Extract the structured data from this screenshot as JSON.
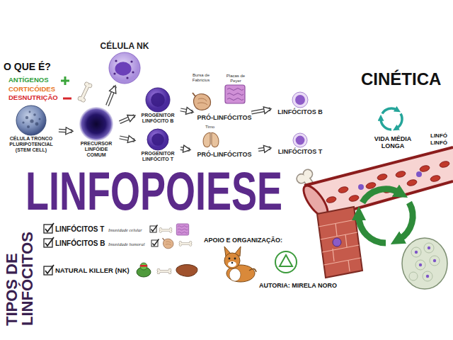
{
  "diagram": {
    "title": "LINFOPOIESE",
    "nodes": [
      {
        "text": [
          "CÉLULA TRONCO PLURIPOTENCIAL (STEM CELL)"
        ]
      },
      {
        "text": [
          "PRECURSOR LINFÓIDE COMUM"
        ]
      },
      {
        "text": [
          "CÉLULA NK"
        ]
      },
      {
        "text": [
          "PROGENITOR LINFÓCITO B"
        ]
      },
      {
        "text": [
          "PROGENITOR LINFÓCITO T"
        ]
      },
      {
        "text": [
          "PRÓ-LINFÓCITOS"
        ]
      },
      {
        "text": [
          "PRÓ-LINFÓCITOS"
        ]
      },
      {
        "text": [
          "LINFÓCITOS B"
        ]
      },
      {
        "text": [
          "LINFÓCITOS T"
        ]
      }
    ],
    "edges": [
      {
        "from": 0,
        "to": 1,
        "arrow": "to"
      },
      {
        "from": 1,
        "to": 2,
        "arrow": "to"
      },
      {
        "from": 1,
        "to": 3,
        "arrow": "to"
      },
      {
        "from": 1,
        "to": 4,
        "arrow": "to"
      },
      {
        "from": 3,
        "to": 5,
        "arrow": "to"
      },
      {
        "from": 4,
        "to": 6,
        "arrow": "to"
      },
      {
        "from": 5,
        "to": 7,
        "arrow": "to"
      },
      {
        "from": 6,
        "to": 8,
        "arrow": "to"
      }
    ],
    "labels": [
      "O QUE É?",
      "ANTÍGENOS",
      "CORTICÓIDES",
      "DESNUTRIÇÃO",
      "Bursa de Fabricius",
      "Placas de Peyer",
      "Timo",
      "TIPOS DE LINFÓCITOS",
      "LINFÓCITOS T",
      "Imunidade celular",
      "LINFÓCITOS B",
      "Imunidade humoral",
      "NATURAL KILLER (NK)",
      "CINÉTICA",
      "VIDA MÉDIA LONGA",
      "LINFÓ",
      "LINFÓ",
      "APOIO E ORGANIZAÇÃO:",
      "AUTORIA: MIRELA NORO"
    ]
  }
}
